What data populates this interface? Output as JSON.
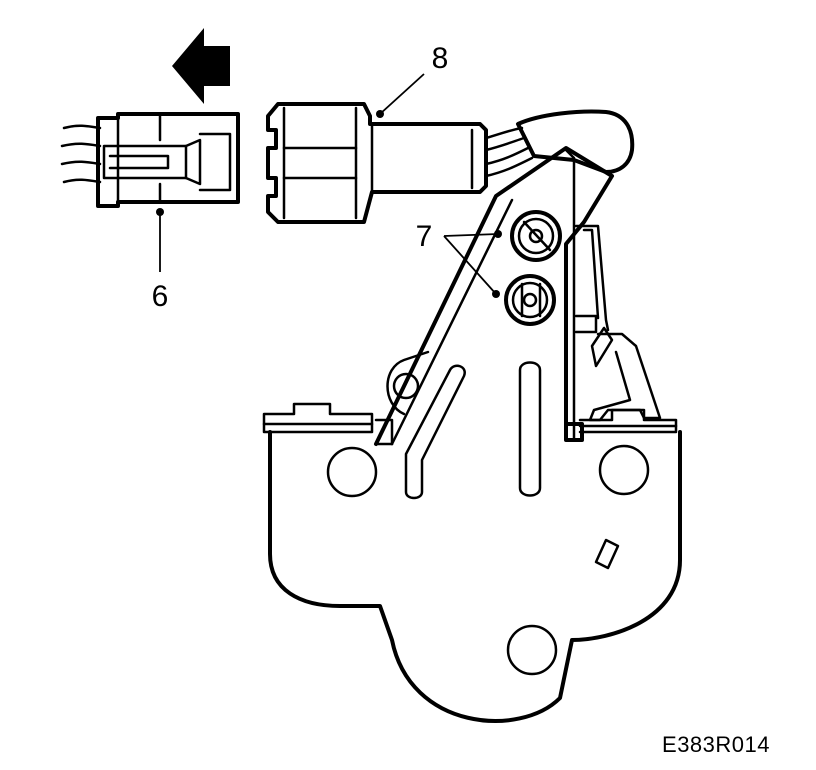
{
  "labels": {
    "connector_plug": "6",
    "mounting_screws": "7",
    "connector_socket": "8"
  },
  "figure_code": "E383R014",
  "icons": {
    "direction_arrow": "arrow-left-icon"
  },
  "colors": {
    "ink": "#000000",
    "background": "#ffffff"
  }
}
